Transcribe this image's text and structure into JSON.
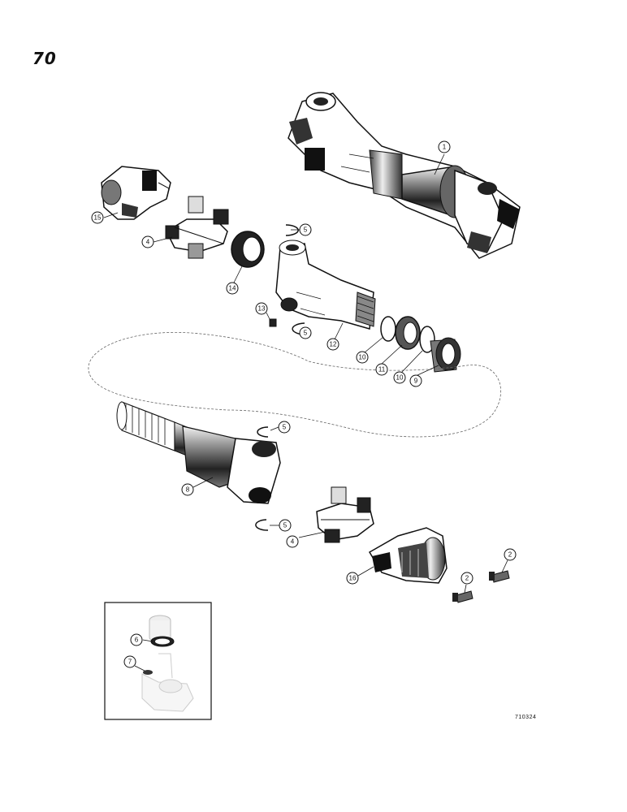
{
  "page": {
    "number": "70",
    "figure_code": "710324"
  },
  "callouts": [
    {
      "id": "c1",
      "label": "1"
    },
    {
      "id": "c15",
      "label": "15"
    },
    {
      "id": "c4a",
      "label": "4"
    },
    {
      "id": "c5a",
      "label": "5"
    },
    {
      "id": "c14",
      "label": "14"
    },
    {
      "id": "c13",
      "label": "13"
    },
    {
      "id": "c5b",
      "label": "5"
    },
    {
      "id": "c12",
      "label": "12"
    },
    {
      "id": "c10a",
      "label": "10"
    },
    {
      "id": "c11",
      "label": "11"
    },
    {
      "id": "c10b",
      "label": "10"
    },
    {
      "id": "c9",
      "label": "9"
    },
    {
      "id": "c5c",
      "label": "5"
    },
    {
      "id": "c8",
      "label": "8"
    },
    {
      "id": "c5d",
      "label": "5"
    },
    {
      "id": "c4b",
      "label": "4"
    },
    {
      "id": "c16",
      "label": "16"
    },
    {
      "id": "c2a",
      "label": "2"
    },
    {
      "id": "c2b",
      "label": "2"
    },
    {
      "id": "c6",
      "label": "6"
    },
    {
      "id": "c7",
      "label": "7"
    }
  ]
}
